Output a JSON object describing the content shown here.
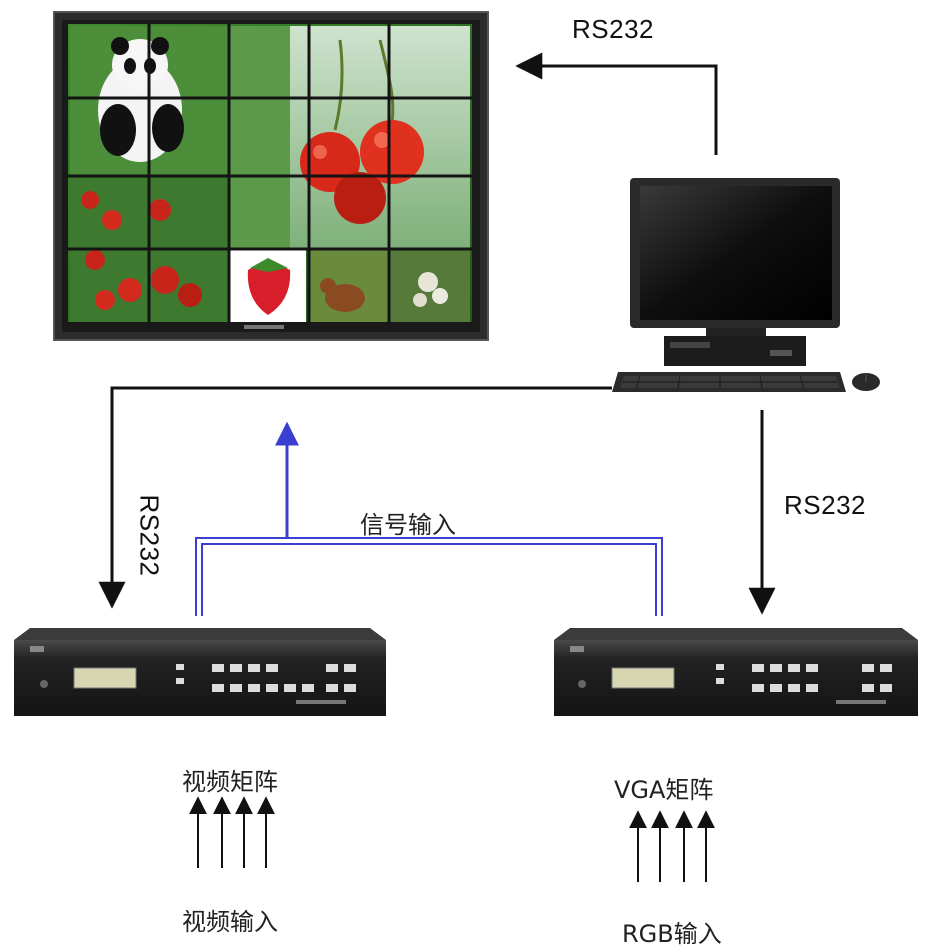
{
  "labels": {
    "rs232_top": "RS232",
    "rs232_left": "RS232",
    "rs232_right": "RS232",
    "signal_input": "信号输入",
    "video_matrix": "视频矩阵",
    "video_input": "视频输入",
    "vga_matrix": "VGA矩阵",
    "rgb_input": "RGB输入"
  },
  "colors": {
    "line": "#111111",
    "signal": "#3b3fd0",
    "bezel": "#2a2a2a",
    "device": "#1e1e1e"
  },
  "icons": {
    "video_wall": "video-wall-icon",
    "computer": "computer-icon",
    "matrix_left": "video-matrix-device-icon",
    "matrix_right": "vga-matrix-device-icon"
  }
}
